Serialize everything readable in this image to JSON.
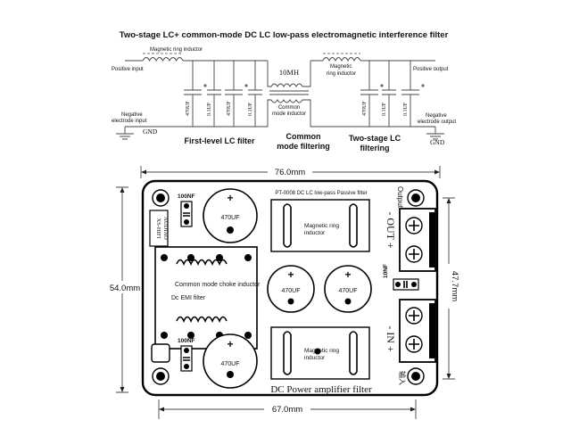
{
  "schematic": {
    "title": "Two-stage LC+ common-mode DC LC low-pass electromagnetic interference filter",
    "magnetic_ring_inductor_left": "Magnetic ring inductor",
    "magnetic_ring_inductor_right_line1": "Magnetic",
    "magnetic_ring_inductor_right_line2": "ring inductor",
    "positive_input": "Positive input",
    "positive_output": "Positive output",
    "negative_input_line1": "Negative",
    "negative_input_line2": "electrode input",
    "negative_output_line1": "Negative",
    "negative_output_line2": "electrode output",
    "gnd_left": "GND",
    "gnd_right": "GND",
    "cap_470": "470UF",
    "cap_01": "0.1UF",
    "choke_value": "10MH",
    "common_mode_inductor_line1": "Common",
    "common_mode_inductor_line2": "mode inductor",
    "stage1_label": "First-level LC filter",
    "common_mode_label_line1": "Common",
    "common_mode_label_line2": "mode filtering",
    "stage2_label_line1": "Two-stage LC",
    "stage2_label_line2": "filtering"
  },
  "board": {
    "dim_top": "76.0mm",
    "dim_bottom": "67.0mm",
    "dim_left": "54.0mm",
    "dim_right": "47.7mm",
    "brand_line1": "XS-HIFI",
    "brand_line2": "AUDIAO",
    "cap_small_top": "100NF",
    "cap_small_bottom": "100NF",
    "cap_small_right": "10NF",
    "cap_big": "470UF",
    "cap_plus": "+",
    "model_text": "PT-0008 DC LC low-pass Passive filter",
    "magnetic_ring_line1": "Magnetic ring",
    "magnetic_ring_line2": "inductor",
    "choke_label": "Common mode choke inductor",
    "emi_label": "Dc EMI filter",
    "out_label": "- OUT +",
    "in_label": "- IN +",
    "output_cn": "Output",
    "input_cn": "输入",
    "footer": "DC Power amplifier filter"
  },
  "colors": {
    "ink": "#000000",
    "wire": "#444444",
    "board_bg": "#ffffff"
  }
}
